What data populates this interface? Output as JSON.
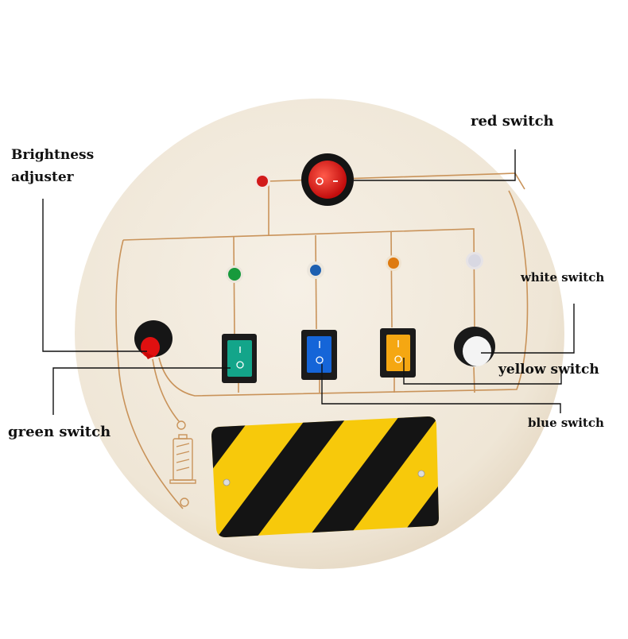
{
  "image": {
    "subject": "Round wooden busy board with LED lights and switches",
    "board_color": "#f3ece0",
    "trace_color": "#c9935a"
  },
  "labels": {
    "brightness_line1": "Brightness",
    "brightness_line2": "adjuster",
    "red_switch": "red switch",
    "white_switch": "white switch",
    "yellow_switch": "yellow switch",
    "blue_switch": "blue switch",
    "green_switch": "green switch"
  },
  "components": {
    "leds": [
      {
        "name": "red-led",
        "color": "#d21a1a"
      },
      {
        "name": "green-led",
        "color": "#179a3c"
      },
      {
        "name": "blue-led",
        "color": "#1d5fb0"
      },
      {
        "name": "orange-led",
        "color": "#de7a10"
      },
      {
        "name": "white-led",
        "color": "#d8d8e2"
      }
    ],
    "switches": [
      {
        "name": "red-round-rocker",
        "color": "#e01616",
        "symbols": [
          "O",
          "-"
        ]
      },
      {
        "name": "green-rocker",
        "color": "#13a58a",
        "symbols": [
          "I",
          "O"
        ]
      },
      {
        "name": "blue-rocker",
        "color": "#1565d8",
        "symbols": [
          "I",
          "O"
        ]
      },
      {
        "name": "yellow-rocker",
        "color": "#f5a712",
        "symbols": [
          "I",
          "O"
        ]
      },
      {
        "name": "white-push-button",
        "color": "#f4f4f4"
      },
      {
        "name": "brightness-knob",
        "color": "#e01010"
      }
    ],
    "hazard_panel": {
      "stripe_a": "#f7c90b",
      "stripe_b": "#141414"
    }
  }
}
